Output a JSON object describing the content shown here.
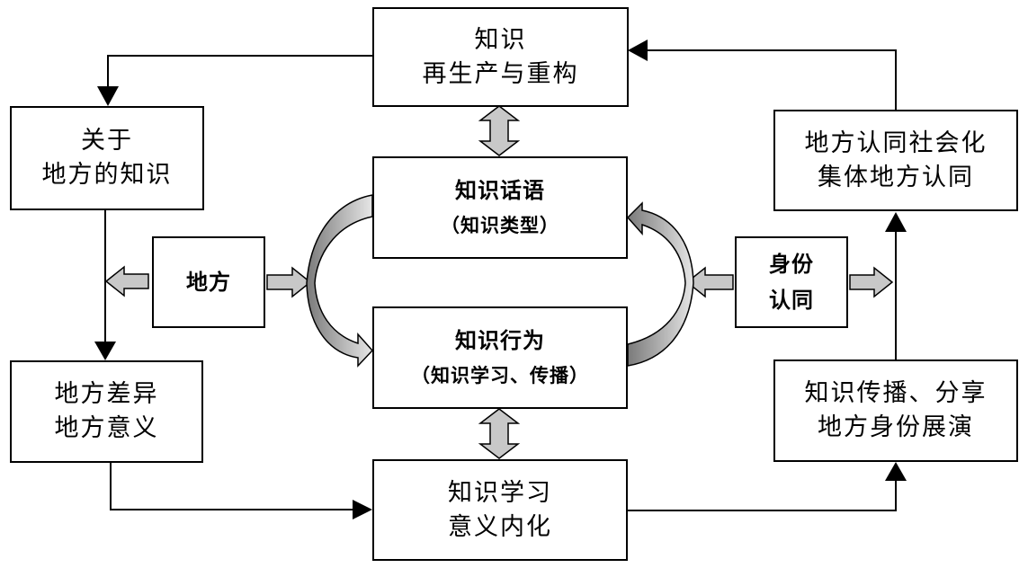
{
  "diagram": {
    "top_box": {
      "line1": "知识",
      "line2": "再生产与重构"
    },
    "left_top_box": {
      "line1": "关于",
      "line2": "地方的知识"
    },
    "place_box": {
      "label": "地方"
    },
    "left_bottom_box": {
      "line1": "地方差异",
      "line2": "地方意义"
    },
    "discourse_box": {
      "line1": "知识话语",
      "line2": "（知识类型）"
    },
    "behavior_box": {
      "line1": "知识行为",
      "line2": "（知识学习、传播）"
    },
    "bottom_box": {
      "line1": "知识学习",
      "line2": "意义内化"
    },
    "identity_box": {
      "line1": "身份",
      "line2": "认同"
    },
    "right_top_box": {
      "line1": "地方认同社会化",
      "line2": "集体地方认同"
    },
    "right_bottom_box": {
      "line1": "知识传播、分享",
      "line2": "地方身份展演"
    }
  },
  "colors": {
    "arrow_fill": "#c8c8c8",
    "arc_dark": "#8c8c8c",
    "stroke": "#000000"
  }
}
